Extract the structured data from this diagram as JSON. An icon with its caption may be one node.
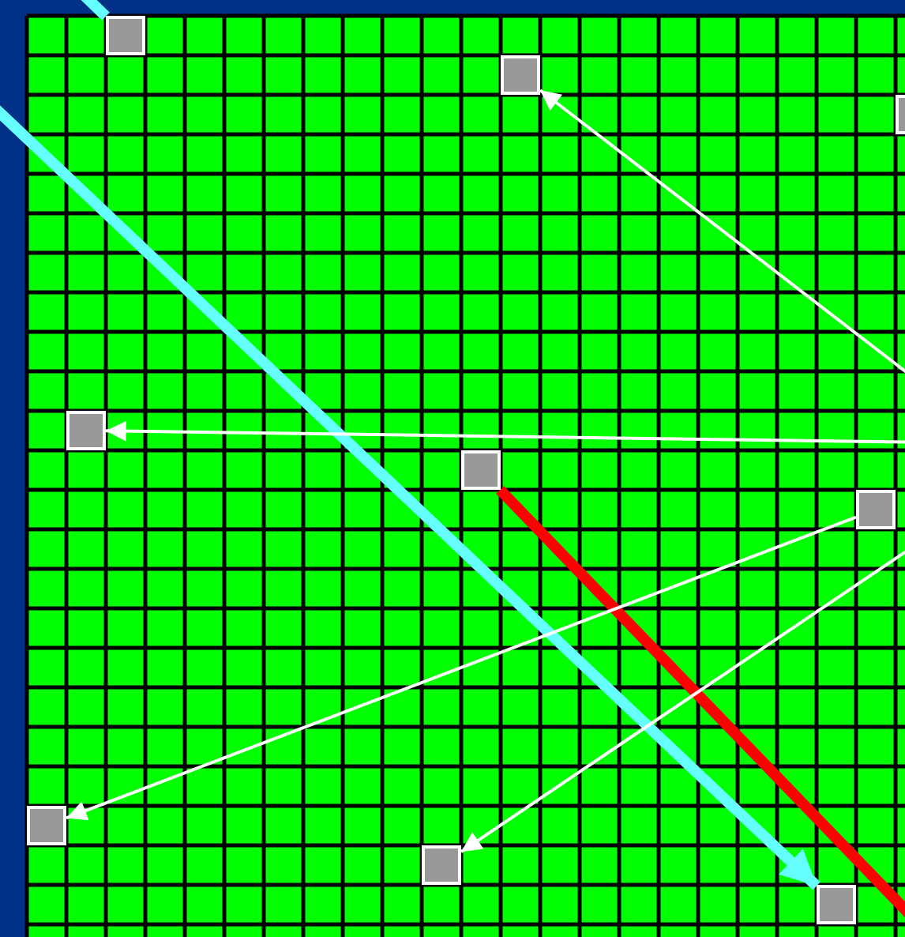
{
  "diagram": {
    "nodes": [
      {
        "text": [],
        "shape": "box"
      },
      {
        "text": [],
        "shape": "box"
      },
      {
        "text": [],
        "shape": "box"
      },
      {
        "text": [],
        "shape": "box"
      },
      {
        "text": [],
        "shape": "box"
      },
      {
        "text": [],
        "shape": "box"
      },
      {
        "text": [],
        "shape": "box"
      },
      {
        "text": [],
        "shape": "box"
      },
      {
        "text": [],
        "shape": "box"
      }
    ],
    "edges": [
      {
        "from": null,
        "to": 0,
        "arrow": "none",
        "style": "thick",
        "color": "#66ffff"
      },
      {
        "from": null,
        "to": 8,
        "arrow": "to",
        "style": "thick",
        "color": "#66ffff"
      },
      {
        "from": 4,
        "to": null,
        "arrow": "none",
        "style": "thick",
        "color": "#ff0000"
      },
      {
        "from": null,
        "to": 1,
        "arrow": "to"
      },
      {
        "from": null,
        "to": 3,
        "arrow": "to"
      },
      {
        "from": 5,
        "to": 6,
        "arrow": "to"
      },
      {
        "from": null,
        "to": 7,
        "arrow": "to"
      }
    ]
  }
}
